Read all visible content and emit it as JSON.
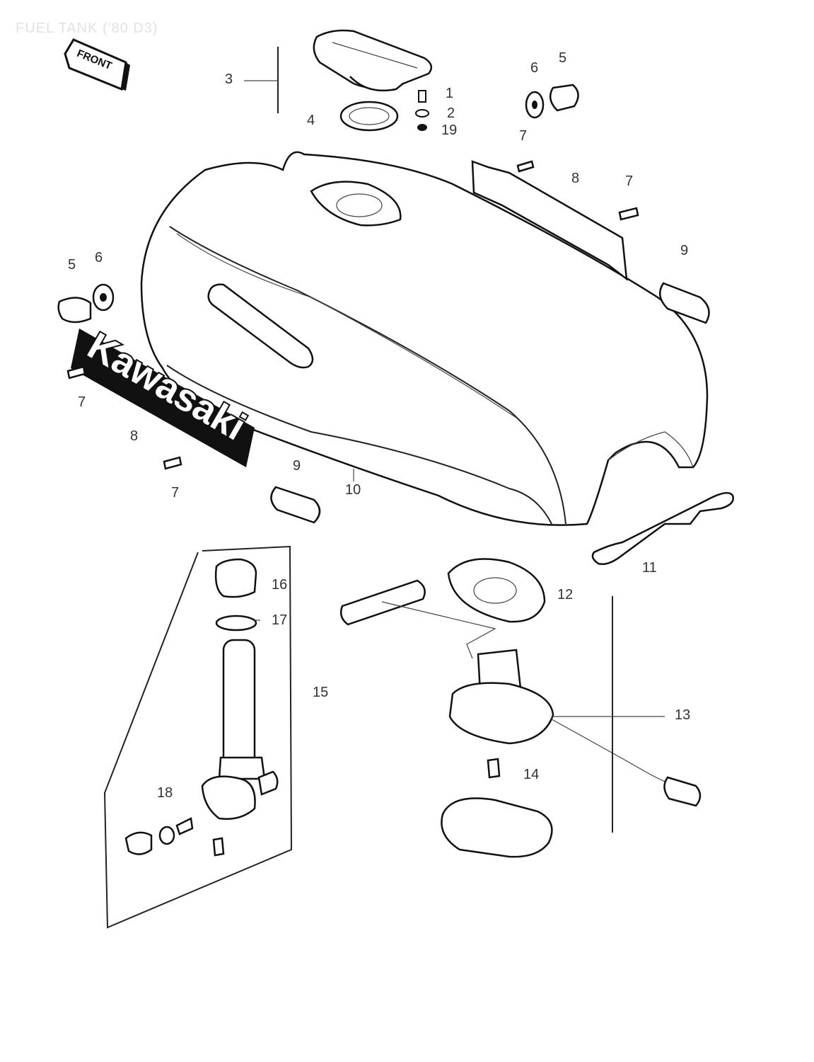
{
  "title": "FUEL TANK ('80 D3)",
  "front_sign": "FRONT",
  "brand_decal": "Kawasaki",
  "callouts": {
    "c1": "1",
    "c2": "2",
    "c3": "3",
    "c4": "4",
    "c5a": "5",
    "c6a": "6",
    "c7a": "7",
    "c8a": "8",
    "c7b": "7",
    "c9a": "9",
    "c5b": "5",
    "c6b": "6",
    "c7c": "7",
    "c8b": "8",
    "c7d": "7",
    "c9b": "9",
    "c10": "10",
    "c11": "11",
    "c12": "12",
    "c13": "13",
    "c14": "14",
    "c15": "15",
    "c16": "16",
    "c17": "17",
    "c18": "18",
    "c19": "19"
  }
}
